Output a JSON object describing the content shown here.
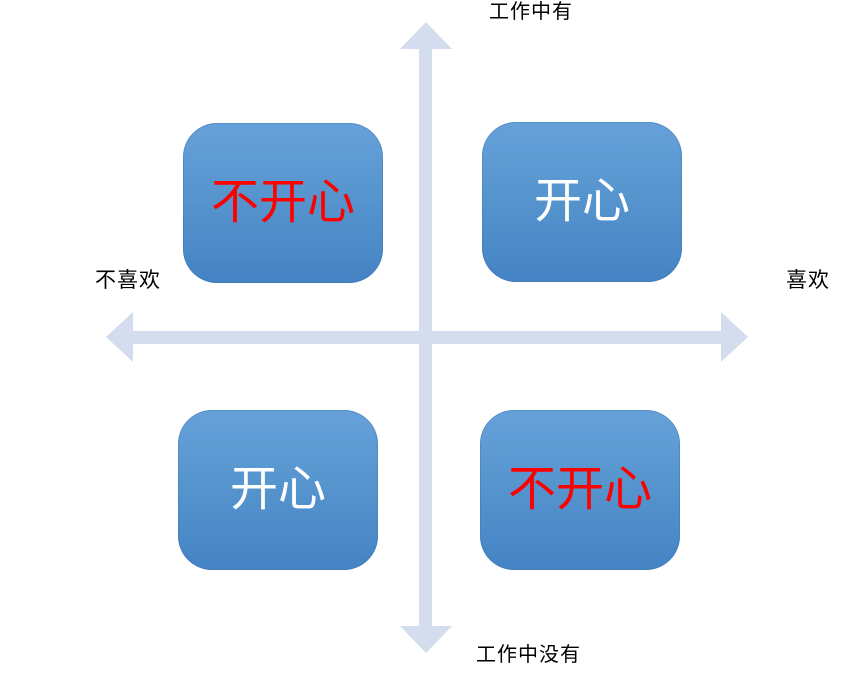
{
  "diagram": {
    "type": "quadrant-matrix",
    "background": "#ffffff",
    "axes": {
      "top_label": "工作中有",
      "bottom_label": "工作中没有",
      "left_label": "不喜欢",
      "right_label": "喜欢",
      "arrow_color": "#d3ddee",
      "label_color": "#000000"
    },
    "quadrants": [
      {
        "position": "top-left",
        "label": "不开心",
        "text_color": "#ff0000"
      },
      {
        "position": "top-right",
        "label": "开心",
        "text_color": "#ffffff"
      },
      {
        "position": "bottom-left",
        "label": "开心",
        "text_color": "#ffffff"
      },
      {
        "position": "bottom-right",
        "label": "不开心",
        "text_color": "#ff0000"
      }
    ],
    "box_style": {
      "fill_top": "#66a1d9",
      "fill_bottom": "#4483c4"
    }
  }
}
